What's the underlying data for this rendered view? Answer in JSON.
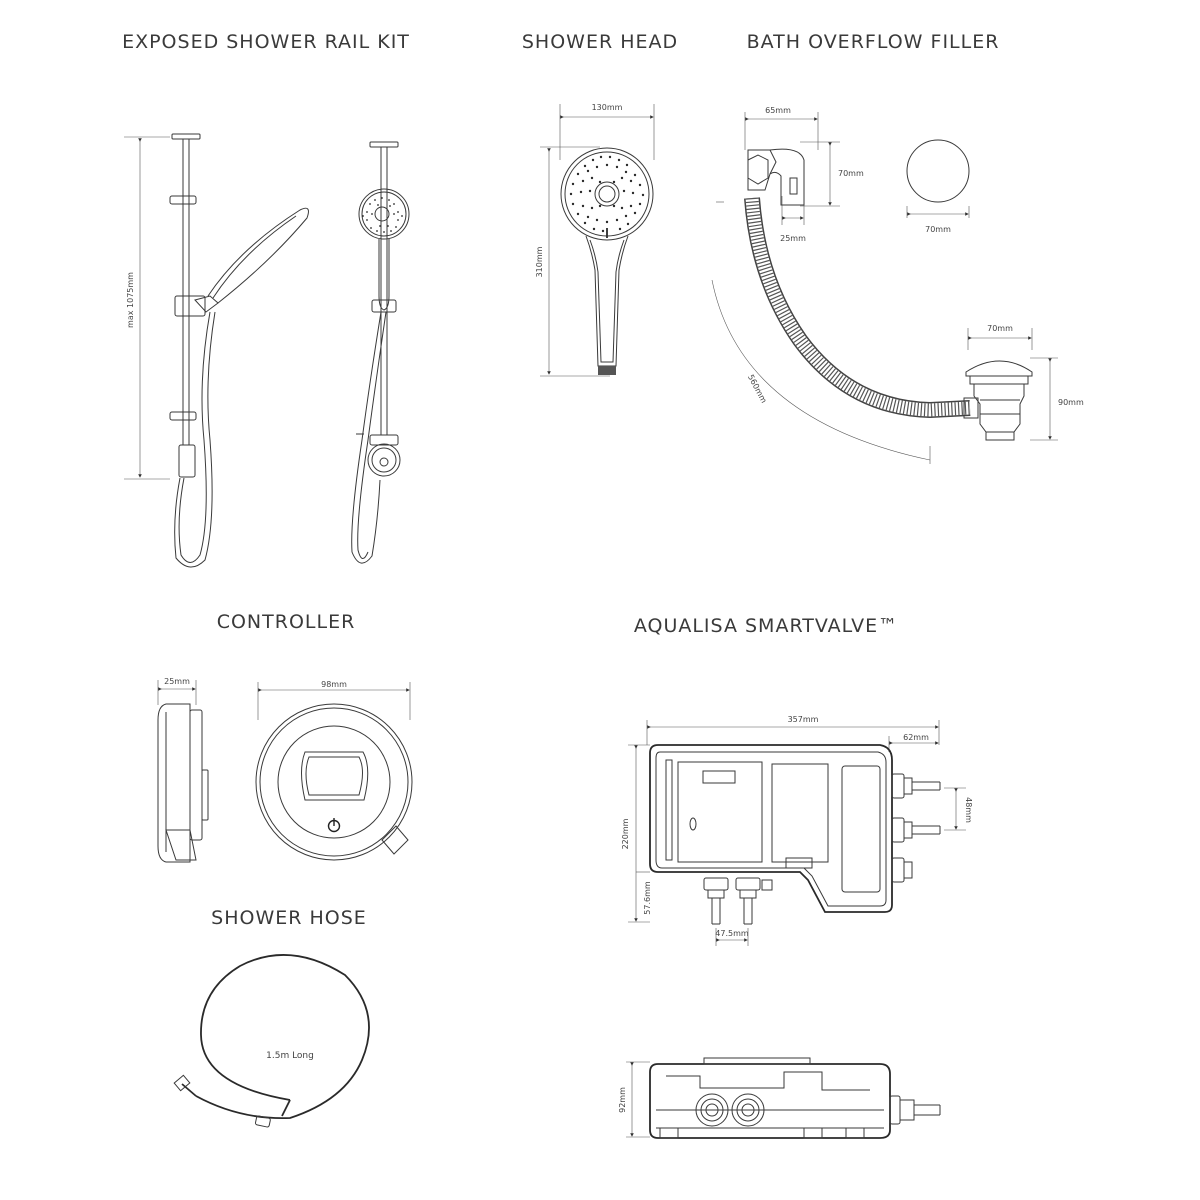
{
  "sections": {
    "rail_kit": {
      "title": "EXPOSED SHOWER RAIL KIT",
      "height_dim": "max 1075mm"
    },
    "shower_head": {
      "title": "SHOWER HEAD",
      "width_dim": "130mm",
      "height_dim": "310mm"
    },
    "overflow": {
      "title": "BATH OVERFLOW FILLER",
      "dim_65": "65mm",
      "dim_70_height": "70mm",
      "dim_25": "25mm",
      "dim_70_disc": "70mm",
      "dim_70_waste": "70mm",
      "dim_90": "90mm",
      "dim_560": "560mm"
    },
    "controller": {
      "title": "CONTROLLER",
      "depth_dim": "25mm",
      "width_dim": "98mm"
    },
    "hose": {
      "title": "SHOWER HOSE",
      "length_label": "1.5m Long"
    },
    "smartvalve": {
      "title": "AQUALISA SMARTVALVE™",
      "width_dim": "357mm",
      "right_dim": "62mm",
      "height_dim": "220mm",
      "spacing_dim": "48mm",
      "bottom_dim": "57.6mm",
      "outlet_dim": "47.5mm",
      "depth_dim": "92mm"
    }
  }
}
